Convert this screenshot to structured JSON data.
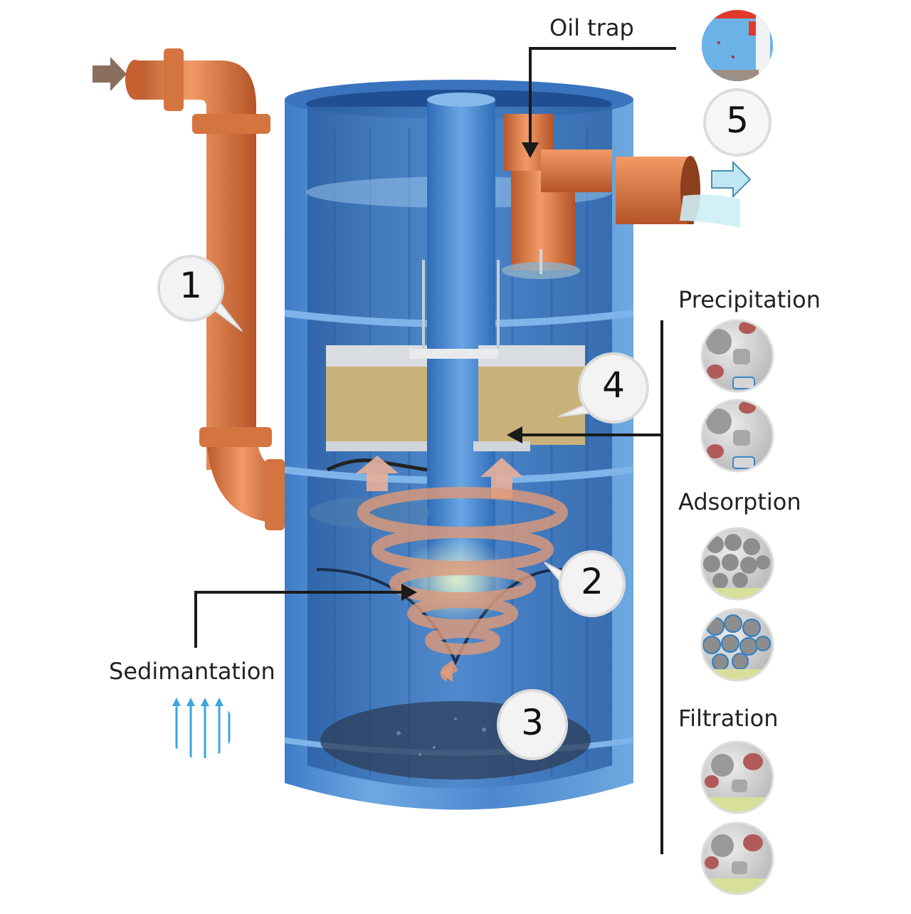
{
  "labels": {
    "oil_trap": "Oil trap",
    "precipitation": "Precipitation",
    "adsorption": "Adsorption",
    "filtration": "Filtration",
    "sedimentation": "Sedimantation"
  },
  "callouts": [
    "1",
    "2",
    "3",
    "4",
    "5"
  ],
  "colors": {
    "tank_blue": "#5b97d6",
    "tank_dark": "#2f63a8",
    "pipe_orange": "#d9733f",
    "filter_sand": "#c9b27a",
    "spiral": "#e09a78",
    "arrow_brown": "#8a6e5e",
    "arrow_light_blue": "#bfe6f3"
  }
}
